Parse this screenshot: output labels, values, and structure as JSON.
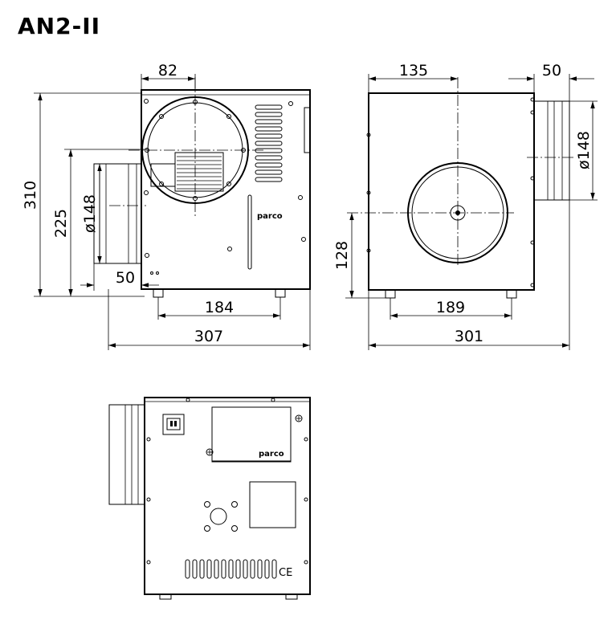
{
  "title": "AN2-II",
  "brand": "parco",
  "certification_mark": "CE",
  "dimensions": {
    "side_top_width": "82",
    "side_height": "310",
    "side_inlet_height": "225",
    "side_inlet_diameter": "ø148",
    "side_inlet_depth": "50",
    "side_feet_spacing": "184",
    "side_total_width": "307",
    "front_center_offset": "135",
    "front_outlet_depth": "50",
    "front_outlet_diameter": "ø148",
    "front_center_height": "128",
    "front_feet_spacing": "189",
    "front_total_width": "301"
  }
}
